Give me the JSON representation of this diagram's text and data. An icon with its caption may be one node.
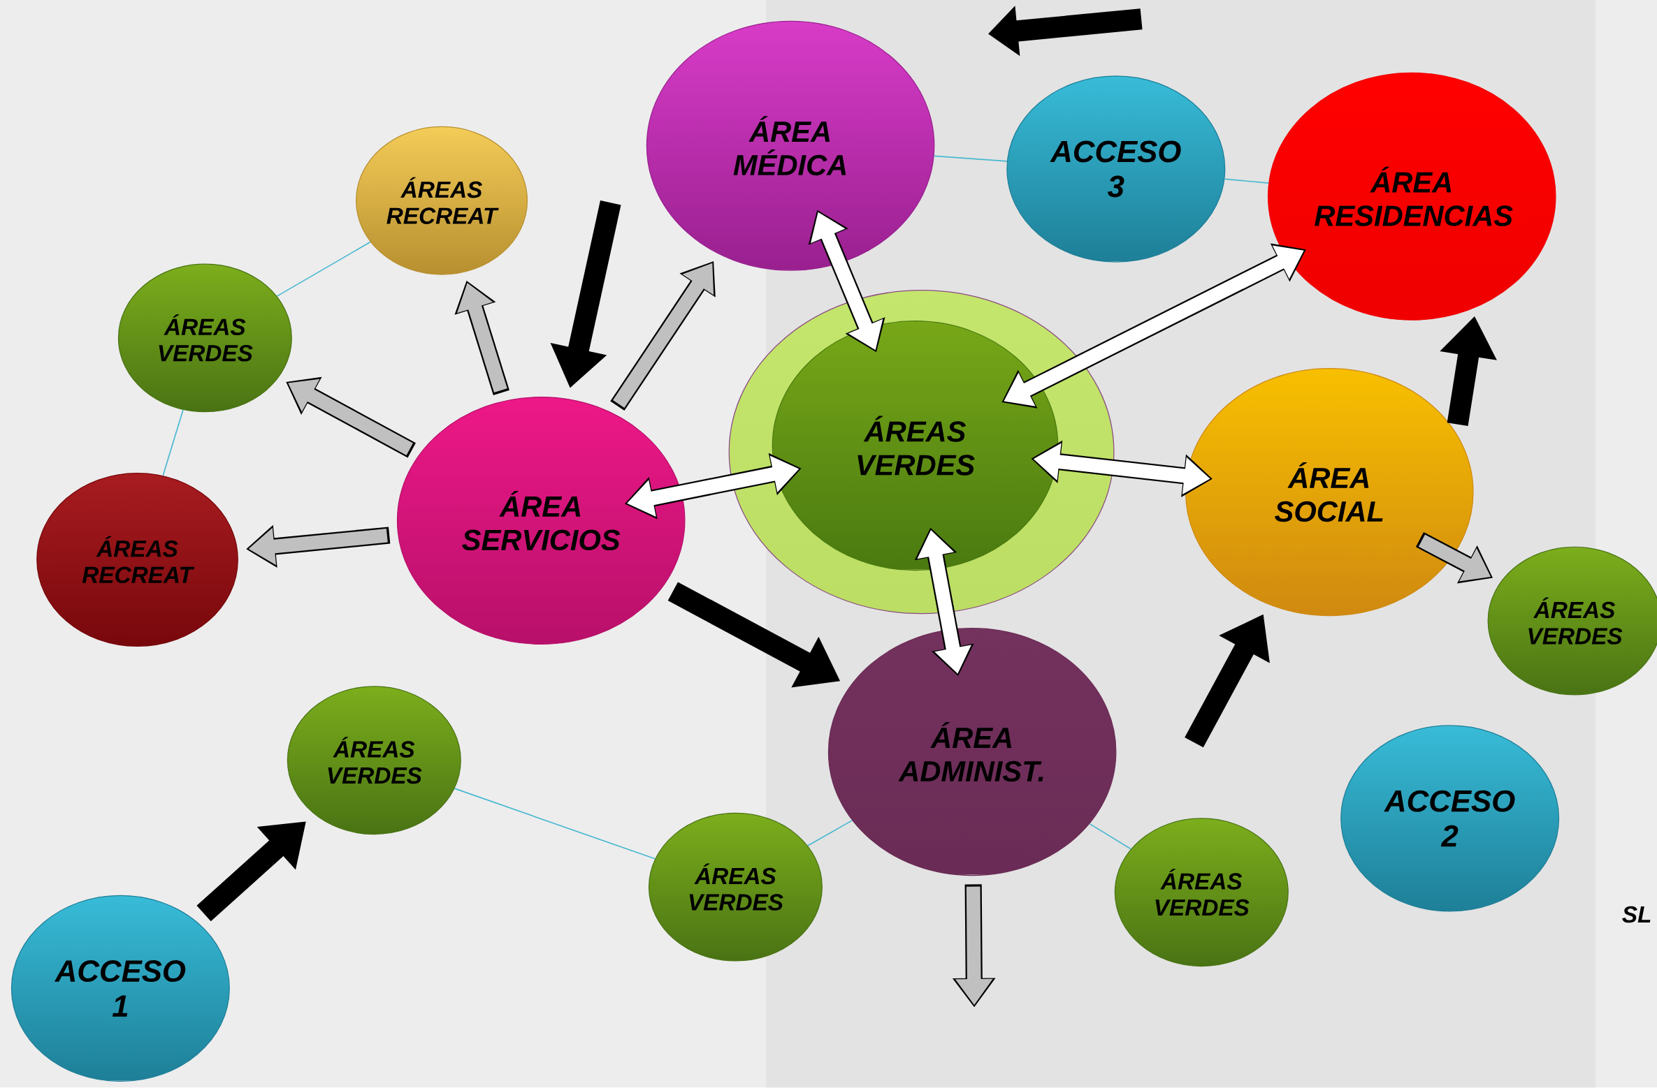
{
  "diagram": {
    "nodes": [
      {
        "text": [
          "ÁREA MÉDICA"
        ]
      },
      {
        "text": [
          "ACCESO 3"
        ]
      },
      {
        "text": [
          "ÁREA RESIDENCIAS"
        ]
      },
      {
        "text": [
          "ÁREAS RECREAT"
        ]
      },
      {
        "text": [
          "ÁREAS VERDES"
        ]
      },
      {
        "text": [
          "ÁREAS RECREAT"
        ]
      },
      {
        "text": [
          "ÁREA SERVICIOS"
        ]
      },
      {
        "text": [],
        "shape": "ellipse"
      },
      {
        "text": [
          "ÁREAS VERDES"
        ],
        "in": 7
      },
      {
        "text": [
          "ÁREA SOCIAL"
        ]
      },
      {
        "text": [
          "ÁREAS VERDES"
        ]
      },
      {
        "text": [
          "ÁREAS VERDES"
        ]
      },
      {
        "text": [
          "ÁREA ADMINIST."
        ]
      },
      {
        "text": [
          "ÁREAS VERDES"
        ]
      },
      {
        "text": [
          "ÁREAS VERDES"
        ]
      },
      {
        "text": [
          "ACCESO 2"
        ]
      },
      {
        "text": [
          "ACCESO 1"
        ]
      }
    ],
    "edges": [
      {
        "from": 0,
        "to": 1,
        "arrow": "none",
        "color": "#48b8d0"
      },
      {
        "from": 1,
        "to": 2,
        "arrow": "none",
        "color": "#48b8d0"
      },
      {
        "from": 3,
        "to": 4,
        "arrow": "none",
        "color": "#48b8d0"
      },
      {
        "from": 4,
        "to": 5,
        "arrow": "none",
        "color": "#48b8d0"
      },
      {
        "from": 12,
        "to": 13,
        "arrow": "none",
        "color": "#48b8d0"
      },
      {
        "from": 12,
        "to": 14,
        "arrow": "none",
        "color": "#48b8d0"
      },
      {
        "from": 11,
        "to": 13,
        "arrow": "none",
        "color": "#48b8d0"
      },
      {
        "from": 6,
        "to": 8,
        "arrow": "both",
        "color": "#ffffff"
      },
      {
        "from": 8,
        "to": 9,
        "arrow": "both",
        "color": "#ffffff"
      },
      {
        "from": 0,
        "to": 8,
        "arrow": "both",
        "color": "#ffffff"
      },
      {
        "from": 8,
        "to": 2,
        "arrow": "both",
        "color": "#ffffff"
      },
      {
        "from": 8,
        "to": 12,
        "arrow": "both",
        "color": "#ffffff"
      },
      {
        "from": 6,
        "to": 3,
        "arrow": "to",
        "color": "#c0c0c0"
      },
      {
        "from": 6,
        "to": 4,
        "arrow": "to",
        "color": "#c0c0c0"
      },
      {
        "from": 6,
        "to": 5,
        "arrow": "to",
        "color": "#c0c0c0"
      },
      {
        "from": 6,
        "to": 0,
        "arrow": "to",
        "color": "#c0c0c0"
      },
      {
        "from": 9,
        "to": 10,
        "arrow": "to",
        "color": "#c0c0c0"
      },
      {
        "from": 12,
        "to": null,
        "arrow": "to",
        "color": "#c0c0c0"
      },
      {
        "from": 6,
        "to": 12,
        "arrow": "to",
        "color": "#000000"
      },
      {
        "from": 16,
        "to": 11,
        "arrow": "to",
        "color": "#000000"
      },
      {
        "from": null,
        "to": 9,
        "arrow": "to",
        "color": "#000000"
      },
      {
        "from": 9,
        "to": 2,
        "arrow": "to",
        "color": "#000000"
      },
      {
        "from": null,
        "to": 6,
        "arrow": "to",
        "color": "#000000"
      }
    ],
    "labels": [
      "SL"
    ]
  }
}
